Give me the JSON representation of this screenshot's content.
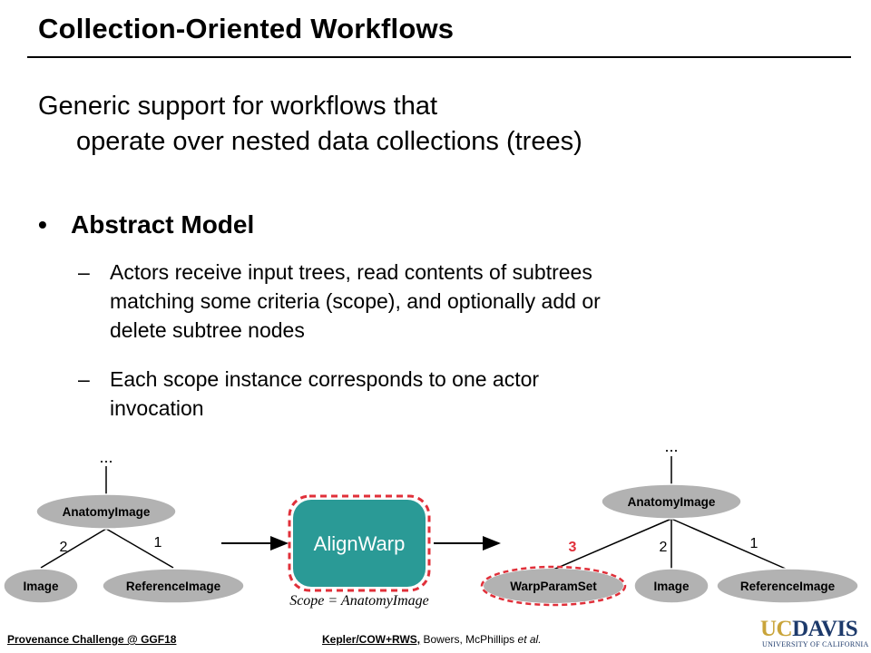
{
  "title": "Collection-Oriented Workflows",
  "intro": {
    "line1": "Generic support for workflows that",
    "line2": "operate over nested data collections (trees)"
  },
  "bullet": {
    "symbol": "•",
    "label": "Abstract Model"
  },
  "subpoints": [
    {
      "dash": "–",
      "lines": [
        "Actors receive input trees, read contents of subtrees",
        "matching some criteria (scope), and optionally add or",
        "delete subtree nodes"
      ]
    },
    {
      "dash": "–",
      "lines": [
        "Each scope instance corresponds to one actor",
        "invocation"
      ]
    }
  ],
  "diagram": {
    "left_tree": {
      "ellipsis": "...",
      "root": "AnatomyImage",
      "children": [
        "Image",
        "ReferenceImage"
      ],
      "edge_labels": [
        "2",
        "1"
      ]
    },
    "actor": {
      "label": "AlignWarp",
      "scope_label": "Scope = AnatomyImage"
    },
    "right_tree": {
      "ellipsis": "...",
      "root": "AnatomyImage",
      "children": [
        "WarpParamSet",
        "Image",
        "ReferenceImage"
      ],
      "edge_labels": [
        "3",
        "2",
        "1"
      ]
    },
    "colors": {
      "node_fill": "#b2b2b2",
      "actor_fill": "#2a9a96",
      "highlight_border": "#e0303a",
      "new_edge_label": "#e0303a"
    }
  },
  "footer": {
    "left": "Provenance Challenge @ GGF18",
    "mid_bold": "Kepler/COW+RWS,",
    "mid_rest": " Bowers, McPhillips ",
    "mid_italic": "et al."
  },
  "logo": {
    "uc": "UC",
    "davis": "DAVIS",
    "subtitle": "UNIVERSITY OF CALIFORNIA"
  }
}
